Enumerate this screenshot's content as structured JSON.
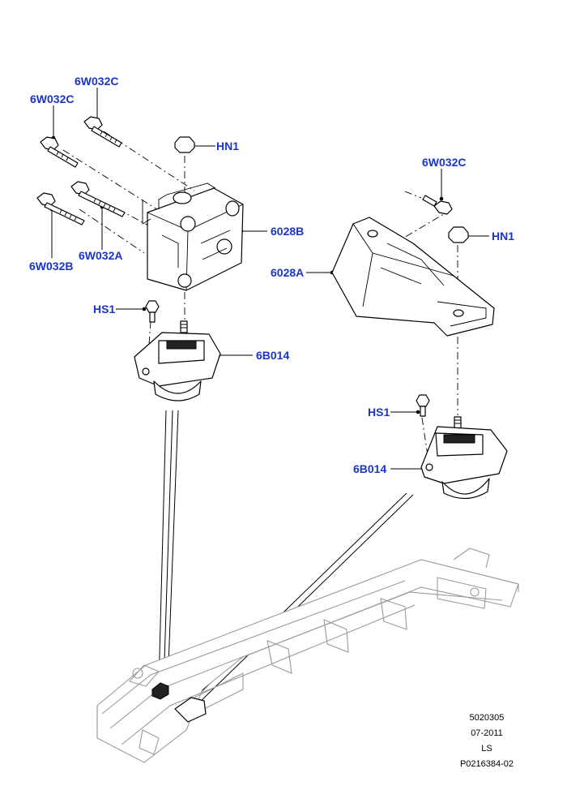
{
  "colors": {
    "callout": "#1a35c8",
    "line": "#000000",
    "chassis": "#9a9a9a"
  },
  "callouts": [
    {
      "id": "c-6w032c-top",
      "text": "6W032C"
    },
    {
      "id": "c-6w032c-left",
      "text": "6W032C"
    },
    {
      "id": "c-hn1-left",
      "text": "HN1"
    },
    {
      "id": "c-6028b",
      "text": "6028B"
    },
    {
      "id": "c-6w032a",
      "text": "6W032A"
    },
    {
      "id": "c-6w032b",
      "text": "6W032B"
    },
    {
      "id": "c-hs1-left",
      "text": "HS1"
    },
    {
      "id": "c-6b014-left",
      "text": "6B014"
    },
    {
      "id": "c-6w032c-right",
      "text": "6W032C"
    },
    {
      "id": "c-hn1-right",
      "text": "HN1"
    },
    {
      "id": "c-6028a",
      "text": "6028A"
    },
    {
      "id": "c-hs1-right",
      "text": "HS1"
    },
    {
      "id": "c-6b014-right",
      "text": "6B014"
    }
  ],
  "meta": {
    "code": "5020305",
    "date": "07-2011",
    "model": "LS",
    "ref": "P0216384-02"
  }
}
